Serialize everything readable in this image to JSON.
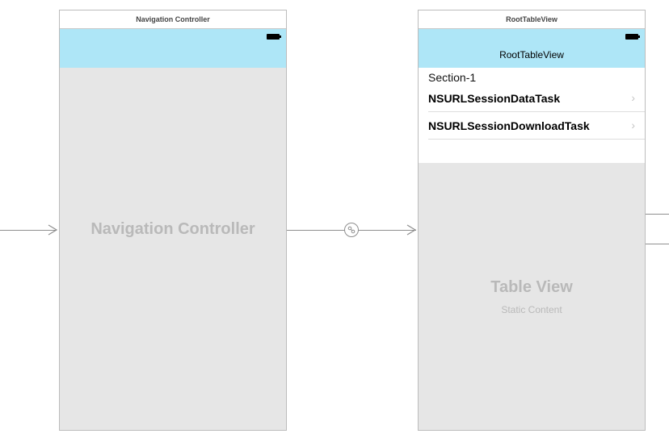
{
  "nav_scene": {
    "header_title": "Navigation Controller",
    "center_label": "Navigation Controller"
  },
  "table_scene": {
    "header_title": "RootTableView",
    "nav_title": "RootTableView",
    "section_title": "Section-1",
    "cells": [
      {
        "label": "NSURLSessionDataTask"
      },
      {
        "label": "NSURLSessionDownloadTask"
      }
    ],
    "placeholder_title": "Table View",
    "placeholder_subtitle": "Static Content"
  },
  "icons": {
    "battery": "battery-icon",
    "chevron": "chevron-right-icon",
    "segue": "link-icon",
    "arrow": "arrow-right-icon"
  },
  "colors": {
    "navbar": "#aee6f7",
    "scene_bg": "#e6e6e6",
    "connector": "#8f8f8f"
  }
}
